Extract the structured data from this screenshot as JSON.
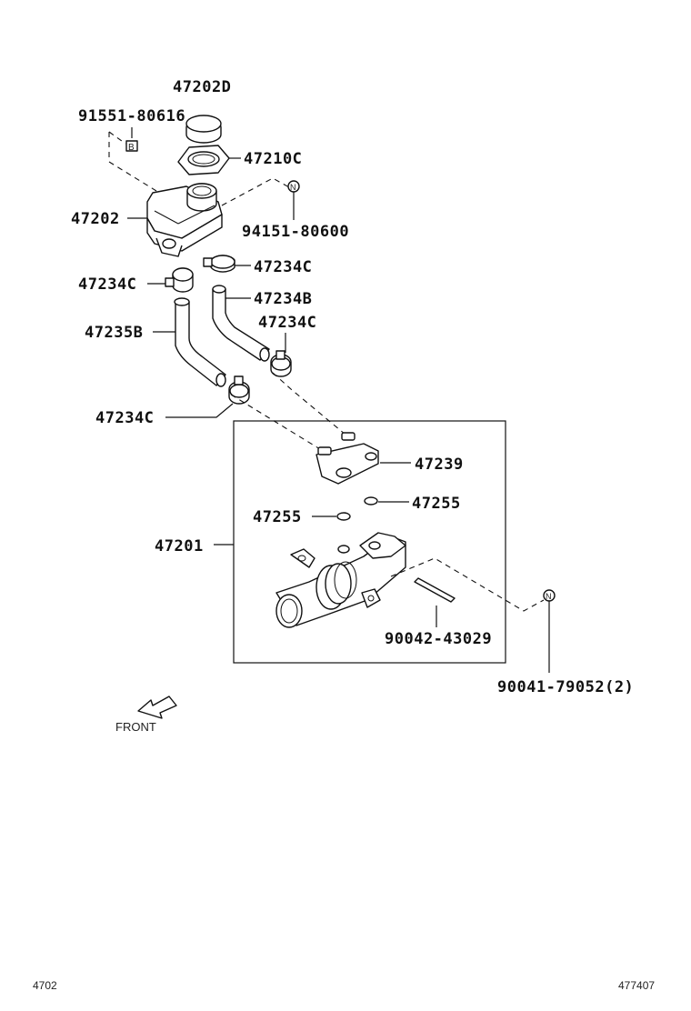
{
  "diagram": {
    "labels": {
      "cap": "47202D",
      "cap_screw": "91551-80616",
      "gasket": "47210C",
      "reservoir": "47202",
      "reservoir_screw": "94151-80600",
      "clip_top": "47234C",
      "clip_left": "47234C",
      "hose_b": "47234B",
      "clip_mid": "47234C",
      "hose_35b": "47235B",
      "clip_bottom": "47234C",
      "grommet": "47239",
      "oring_right": "47255",
      "oring_left": "47255",
      "master_cylinder": "47201",
      "pin": "90042-43029",
      "nut": "90041-79052(2)"
    },
    "markers": {
      "b": "B",
      "n1": "N",
      "n2": "N"
    },
    "front_label": "FRONT",
    "footer_left": "4702",
    "footer_right": "477407"
  }
}
